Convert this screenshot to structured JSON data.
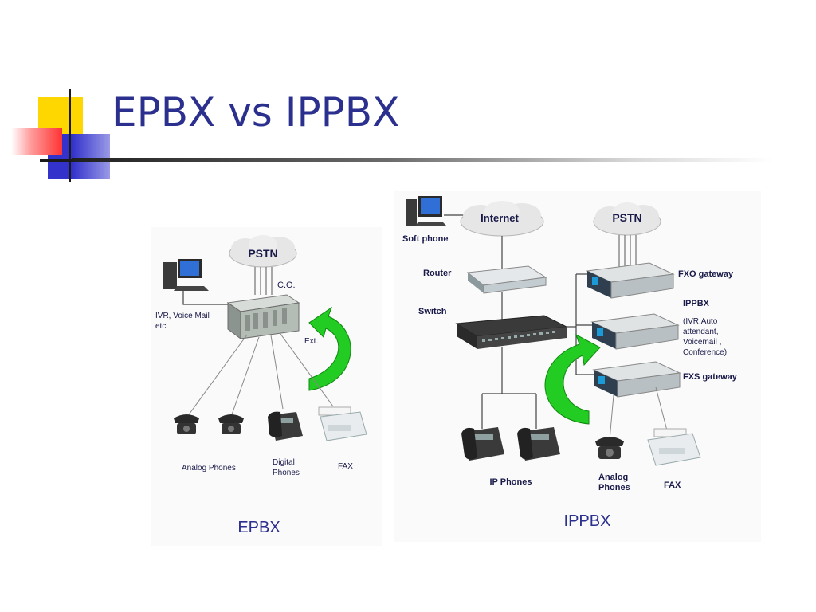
{
  "slide": {
    "title": "EPBX vs IPPBX"
  },
  "epbx": {
    "caption": "EPBX",
    "pstn": "PSTN",
    "co": "C.O.",
    "ivr_line1": "IVR, Voice Mail",
    "ivr_line2": "etc.",
    "ext": "Ext.",
    "analog_phones": "Analog Phones",
    "digital_line1": "Digital",
    "digital_line2": "Phones",
    "fax": "FAX"
  },
  "ippbx": {
    "caption": "IPPBX",
    "internet": "Internet",
    "pstn": "PSTN",
    "soft_phone": "Soft phone",
    "router": "Router",
    "switch": "Switch",
    "fxo_gateway": "FXO gateway",
    "ippbx_label": "IPPBX",
    "ippbx_desc_line1": "(IVR,Auto",
    "ippbx_desc_line2": "attendant,",
    "ippbx_desc_line3": "Voicemail ,",
    "ippbx_desc_line4": "Conference)",
    "fxs_gateway": "FXS gateway",
    "ip_phones": "IP Phones",
    "analog_line1": "Analog",
    "analog_line2": "Phones",
    "fax": "FAX"
  },
  "colors": {
    "title": "#2b2f8e",
    "arrow_green": "#22cc22",
    "deco_yellow": "#ffd700",
    "deco_blue": "#3333cc",
    "deco_red": "#ff3333",
    "label_text": "#1a1a4a"
  }
}
